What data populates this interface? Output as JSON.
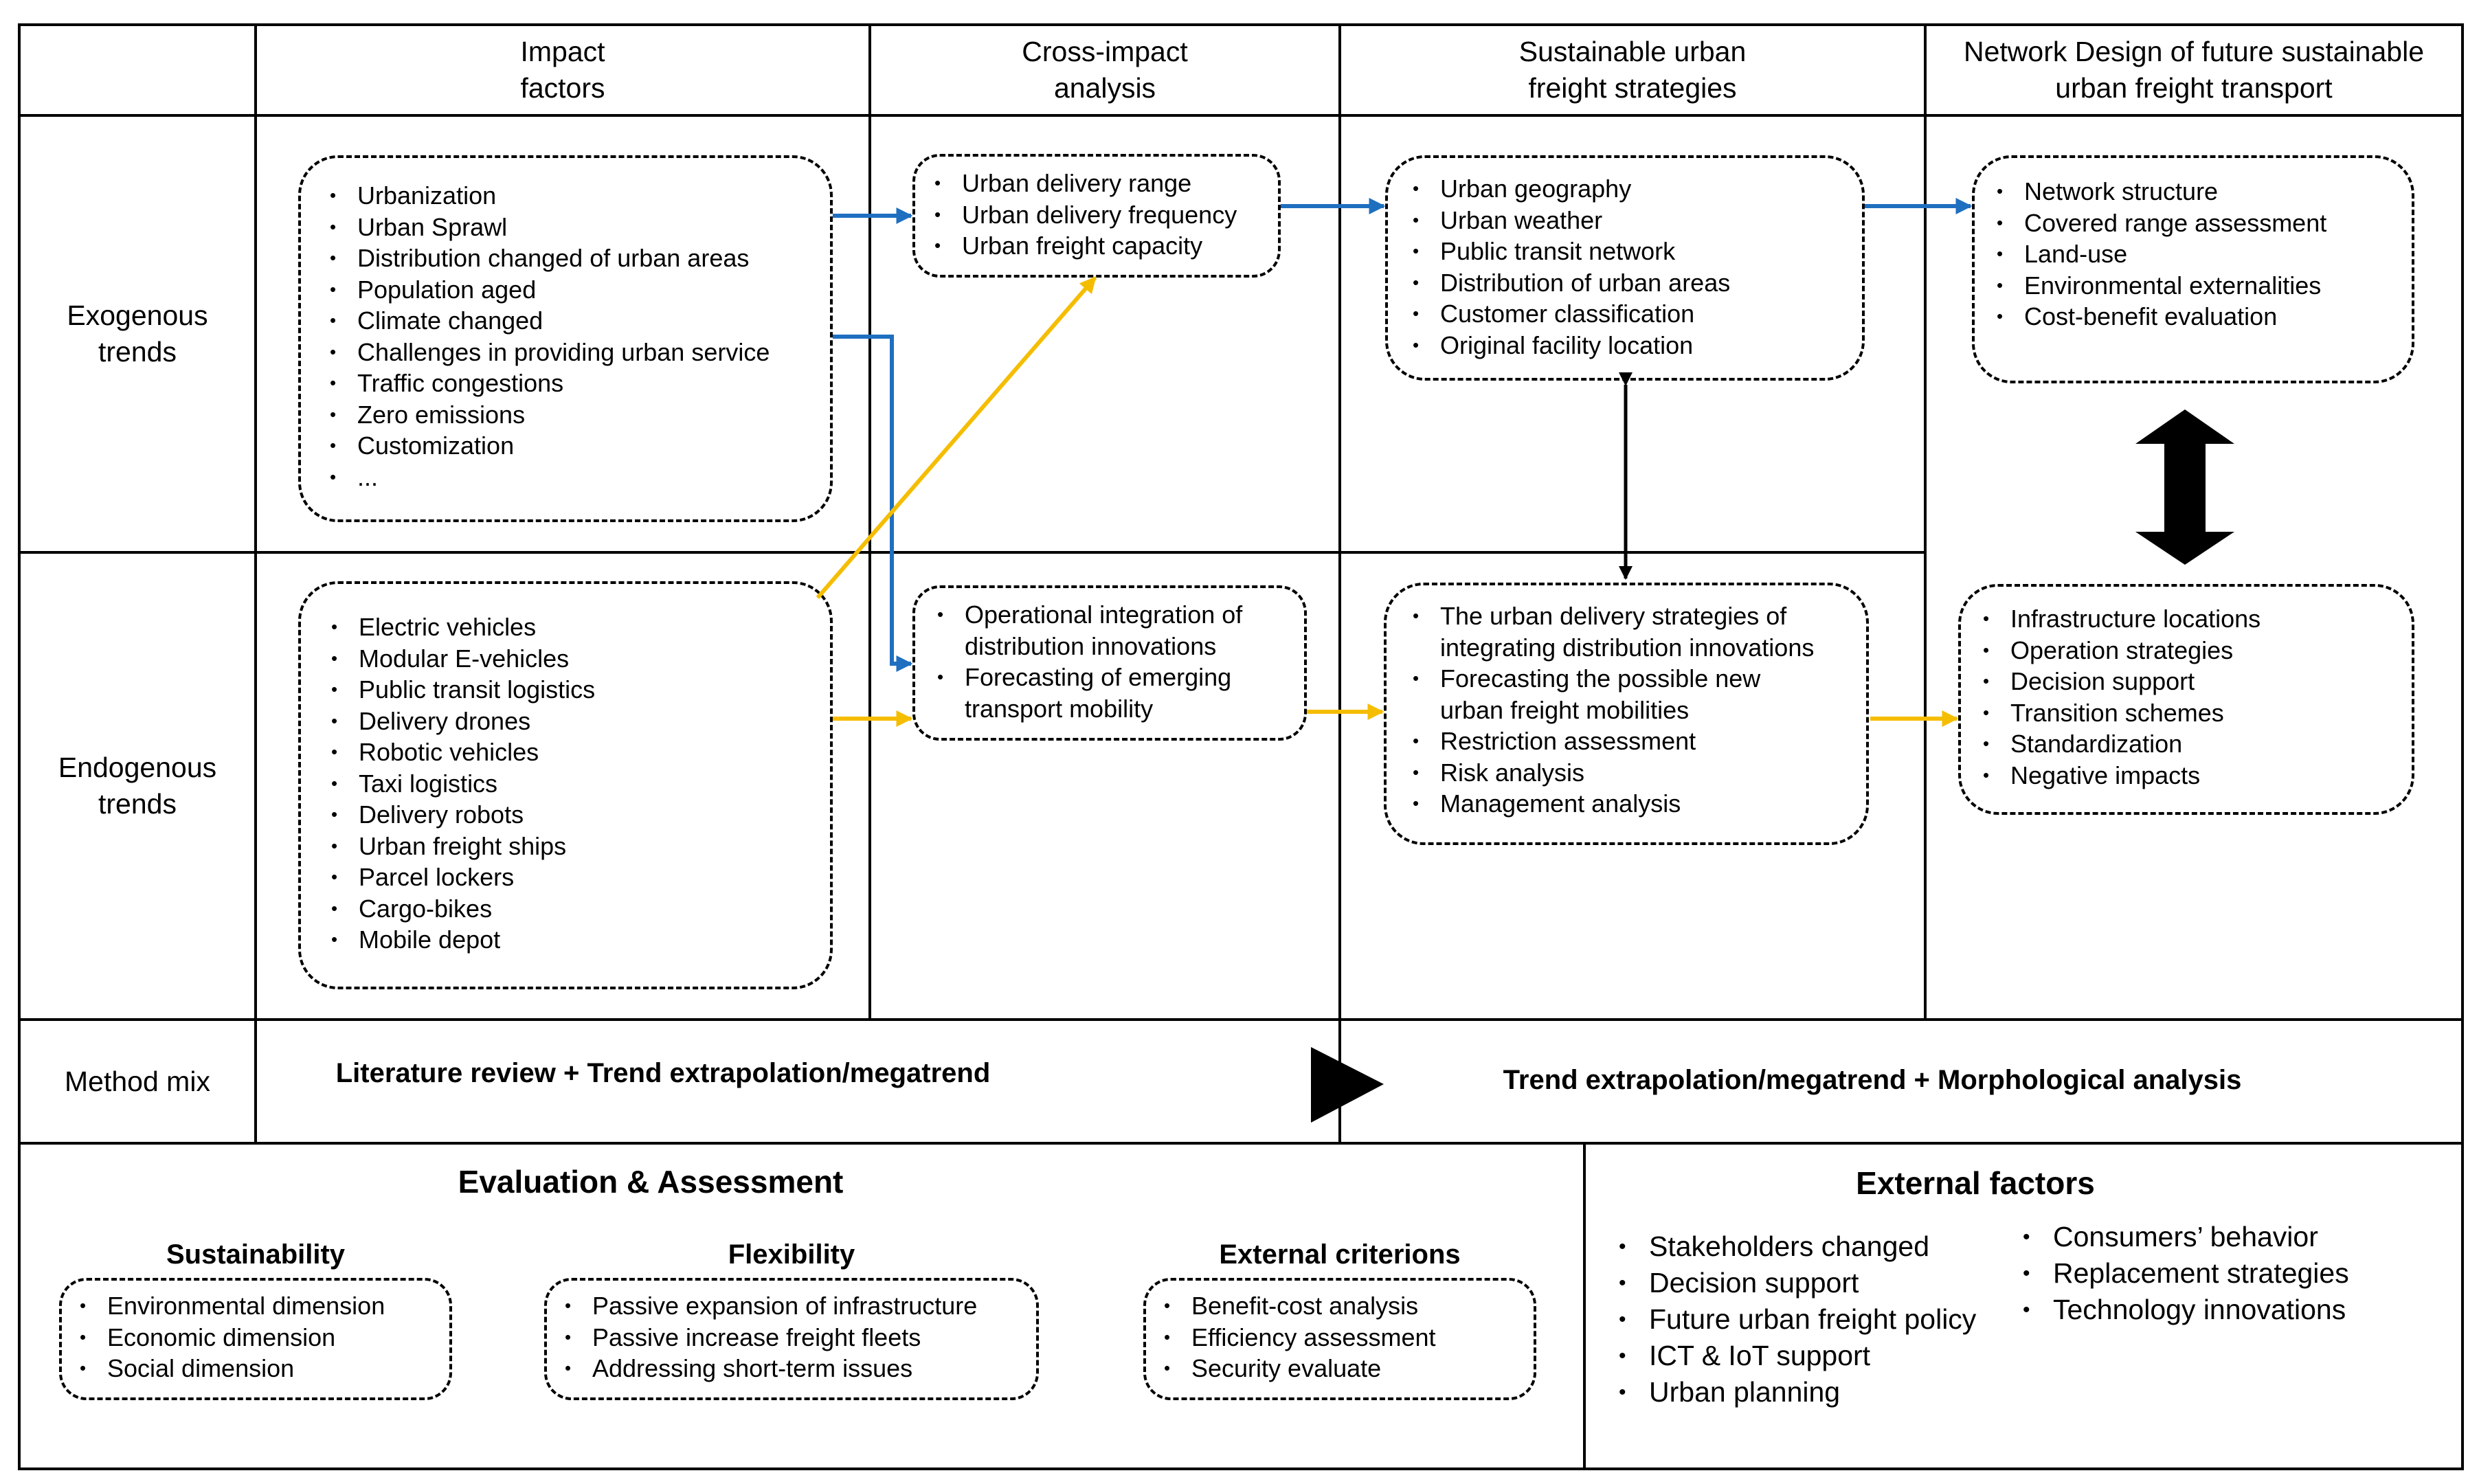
{
  "header": {
    "impact_factors": [
      "Impact",
      "factors"
    ],
    "cross_impact": [
      "Cross-impact",
      "analysis"
    ],
    "strategies": [
      "Sustainable urban",
      "freight strategies"
    ],
    "network_design": [
      "Network Design of future sustainable",
      "urban freight transport"
    ]
  },
  "rows": {
    "exogenous": [
      "Exogenous",
      "trends"
    ],
    "endogenous": [
      "Endogenous",
      "trends"
    ],
    "method_mix": "Method mix"
  },
  "exogenous_impact_factors": [
    "Urbanization",
    "Urban Sprawl",
    "Distribution changed of urban areas",
    "Population aged",
    "Climate changed",
    "Challenges in providing urban service",
    "Traffic congestions",
    "Zero emissions",
    "Customization",
    "..."
  ],
  "endogenous_impact_factors": [
    "Electric vehicles",
    "Modular E-vehicles",
    "Public transit logistics",
    "Delivery drones",
    "Robotic vehicles",
    "Taxi logistics",
    "Delivery robots",
    "Urban freight ships",
    "Parcel lockers",
    "Cargo-bikes",
    "Mobile depot"
  ],
  "exogenous_cross_impact": [
    "Urban delivery range",
    "Urban delivery frequency",
    "Urban freight capacity"
  ],
  "endogenous_cross_impact": [
    [
      "Operational integration of",
      "distribution innovations"
    ],
    [
      "Forecasting of emerging",
      "transport mobility"
    ]
  ],
  "exogenous_strategies": [
    "Urban geography",
    "Urban weather",
    "Public transit network",
    "Distribution of urban areas",
    "Customer classification",
    "Original facility location"
  ],
  "endogenous_strategies": [
    [
      "The urban delivery strategies of",
      "integrating distribution innovations"
    ],
    [
      "Forecasting the possible new",
      "urban freight mobilities"
    ],
    [
      "Restriction assessment"
    ],
    [
      "Risk analysis"
    ],
    [
      "Management analysis"
    ]
  ],
  "exogenous_network": [
    "Network structure",
    "Covered range assessment",
    "Land-use",
    "Environmental externalities",
    "Cost-benefit evaluation"
  ],
  "endogenous_network": [
    "Infrastructure locations",
    "Operation strategies",
    "Decision support",
    "Transition schemes",
    "Standardization",
    "Negative impacts"
  ],
  "method_mix": {
    "left": "Literature review + Trend extrapolation/megatrend",
    "right": "Trend extrapolation/megatrend + Morphological analysis"
  },
  "evaluation": {
    "title": "Evaluation & Assessment",
    "sustainability": {
      "title": "Sustainability",
      "items": [
        "Environmental dimension",
        "Economic dimension",
        "Social dimension"
      ]
    },
    "flexibility": {
      "title": "Flexibility",
      "items": [
        "Passive expansion of infrastructure",
        "Passive increase freight fleets",
        "Addressing short-term issues"
      ]
    },
    "external_criterions": {
      "title": "External criterions",
      "items": [
        "Benefit-cost analysis",
        "Efficiency assessment",
        "Security evaluate"
      ]
    }
  },
  "external_factors": {
    "title": "External factors",
    "col1": [
      "Stakeholders changed",
      "Decision support",
      "Future urban freight policy",
      "ICT & IoT support",
      "Urban planning"
    ],
    "col2": [
      "Consumers’ behavior",
      "Replacement strategies",
      "Technology innovations"
    ]
  },
  "colors": {
    "blue_arrow": "#1f6fc0",
    "yellow_arrow": "#f5bd00",
    "line": "#000000"
  }
}
